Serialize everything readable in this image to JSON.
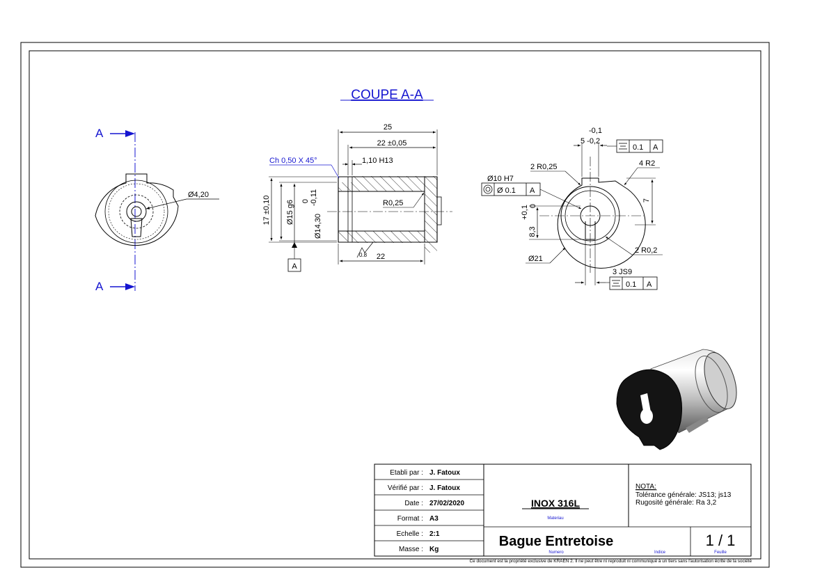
{
  "section_title": "COUPE A-A",
  "section_markers": {
    "top": "A",
    "bottom": "A"
  },
  "colors": {
    "annotation_blue": "#1515d0",
    "line": "#000000",
    "hatch": "#000000"
  },
  "left_view": {
    "hole_dia": "Ø4,20"
  },
  "section_view": {
    "overall_length": "25",
    "inner_length": "22 ±0,05",
    "groove_width": "1,10 H13",
    "chamfer_note": "Ch 0,50 X 45°",
    "height": "17 ±0,10",
    "outer_dia": "Ø15 g6",
    "groove_dia": "Ø14,30",
    "groove_tol_upper": "0",
    "groove_tol_lower": "-0,11",
    "fillet": "R0,25",
    "bottom_length": "22",
    "roughness": "0.8",
    "datum": "A"
  },
  "right_view": {
    "slot_tol_upper": "-0,1",
    "slot_dim": "5 -0,2",
    "fcf_top": {
      "symbol": "symmetry",
      "value": "0.1",
      "datum": "A"
    },
    "fillet_top": "2 R0,25",
    "radius_right": "4 R2",
    "bore": "Ø10 H7",
    "fcf_left": {
      "symbol": "concentricity",
      "value": "Ø 0.1",
      "datum": "A"
    },
    "height_7": "7",
    "tol_plus": "+0,1",
    "tol_zero": "0",
    "height_83": "8,3",
    "fillet_bottom": "2 R0,2",
    "outer": "Ø21",
    "keyway": "3 JS9",
    "fcf_bottom": {
      "symbol": "symmetry",
      "value": "0.1",
      "datum": "A"
    }
  },
  "title_block": {
    "rows": [
      {
        "label": "Etabli par :",
        "value": "J. Fatoux"
      },
      {
        "label": "Vérifié par :",
        "value": "J. Fatoux"
      },
      {
        "label": "Date :",
        "value": "27/02/2020"
      },
      {
        "label": "Format :",
        "value": "A3"
      },
      {
        "label": "Echelle :",
        "value": "2:1"
      },
      {
        "label": "Masse :",
        "value": "Kg"
      }
    ],
    "material": "INOX 316L",
    "material_caption": "Materiau",
    "part_name": "Bague Entretoise",
    "part_caption": "Numero",
    "index_caption": "Indice",
    "sheet": "1 / 1",
    "sheet_caption": "Feuille",
    "nota_title": "NOTA:",
    "nota_line1": "Tolérance générale: JS13; js13",
    "nota_line2": "Rugosité générale: Ra 3,2",
    "footer": "Ce document est la propriété exclusive de KRAEN 2. Il ne peut être ni reproduit ni communiqué à un tiers sans l'autorisation écrite de la société"
  }
}
